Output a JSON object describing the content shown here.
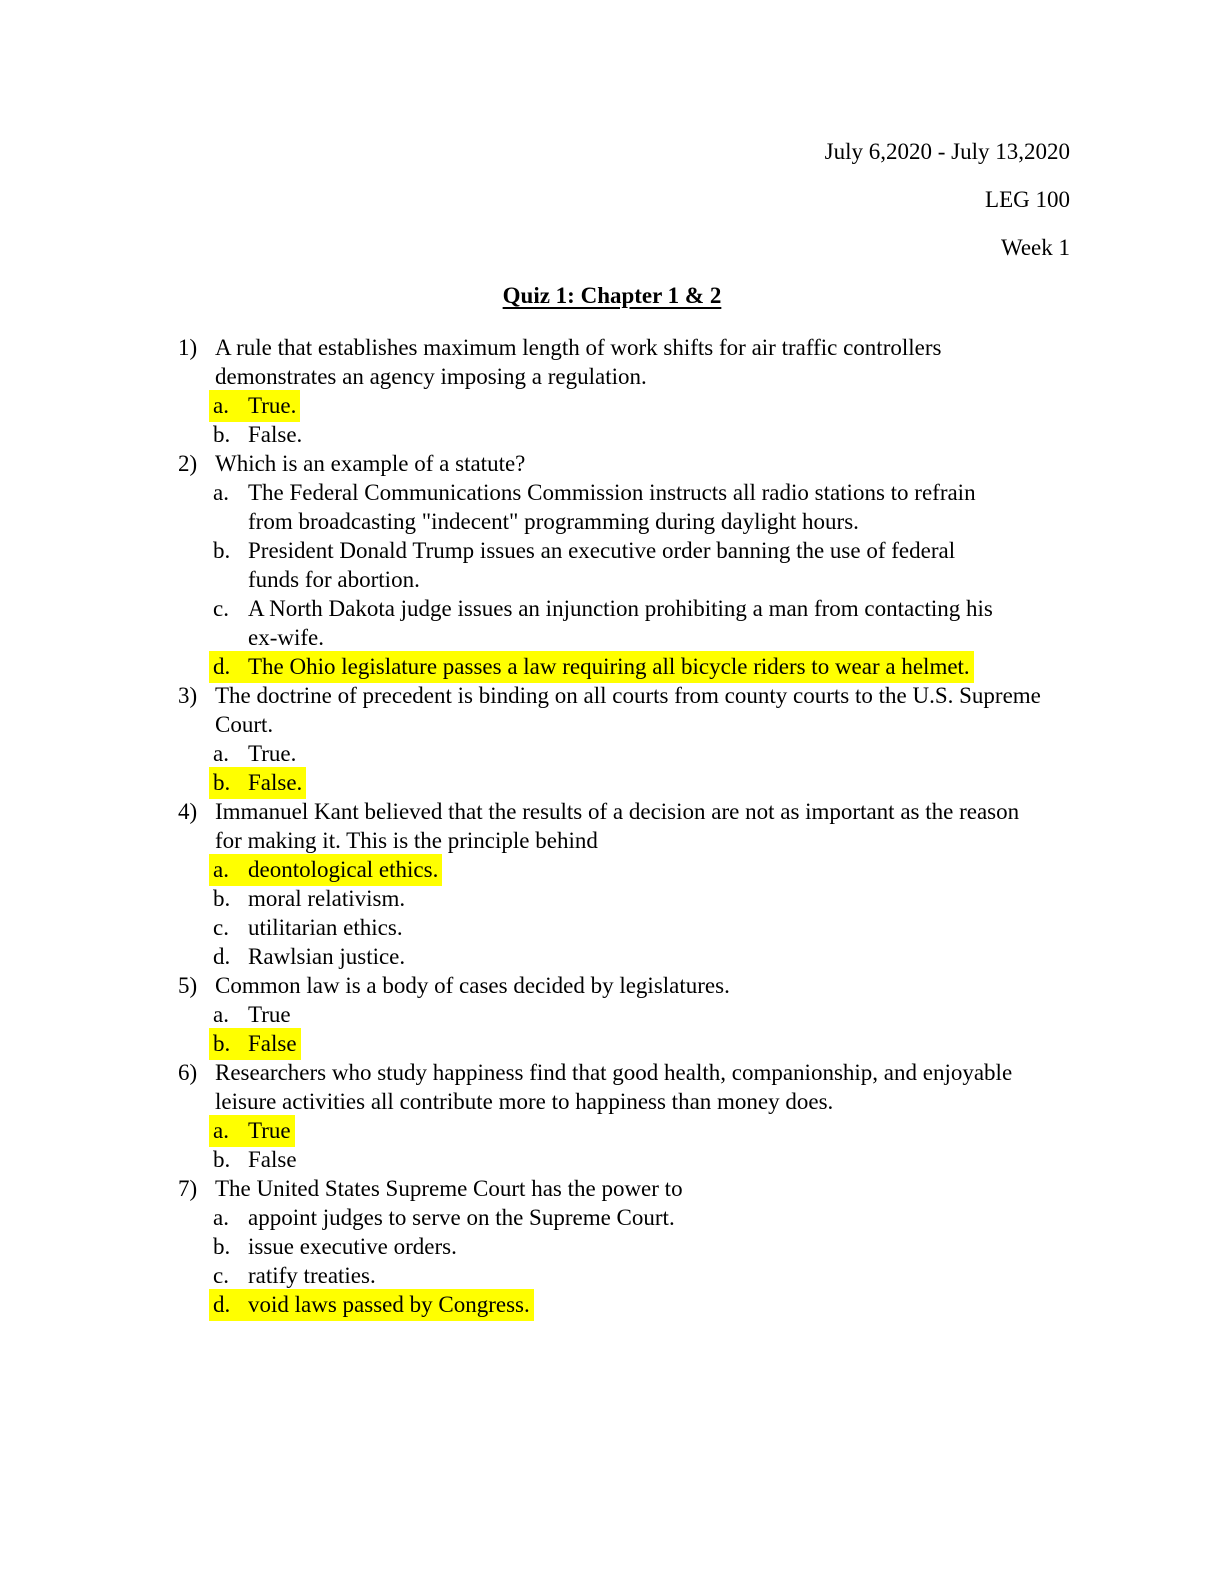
{
  "header": {
    "date_range": "July 6,2020 - July 13,2020",
    "course": "LEG 100",
    "week": "Week 1"
  },
  "title": "Quiz 1: Chapter 1 & 2",
  "highlight_color": "#ffff00",
  "questions": [
    {
      "number": "1)",
      "text": "A rule that establishes maximum length of work shifts for air traffic controllers\ndemonstrates an agency imposing a regulation.",
      "options": [
        {
          "letter": "a.",
          "text": "True.",
          "highlighted": true
        },
        {
          "letter": "b.",
          "text": "False.",
          "highlighted": false
        }
      ]
    },
    {
      "number": "2)",
      "text": "Which is an example of a statute?",
      "options": [
        {
          "letter": "a.",
          "text": "The Federal Communications Commission instructs all radio stations to refrain\nfrom broadcasting \"indecent\" programming during daylight hours.",
          "highlighted": false
        },
        {
          "letter": "b.",
          "text": "President Donald Trump issues an executive order banning the use of federal\nfunds for abortion.",
          "highlighted": false
        },
        {
          "letter": "c.",
          "text": "A North Dakota judge issues an injunction prohibiting a man from contacting his\nex-wife.",
          "highlighted": false
        },
        {
          "letter": "d.",
          "text": "The Ohio legislature passes a law requiring all bicycle riders to wear a helmet.",
          "highlighted": true
        }
      ]
    },
    {
      "number": "3)",
      "text": "The doctrine of precedent is binding on all courts from county courts to the U.S. Supreme\nCourt.",
      "options": [
        {
          "letter": "a.",
          "text": "True.",
          "highlighted": false
        },
        {
          "letter": "b.",
          "text": "False.",
          "highlighted": true
        }
      ]
    },
    {
      "number": "4)",
      "text": "Immanuel Kant believed that the results of a decision are not as important as the reason\nfor making it. This is the principle behind",
      "options": [
        {
          "letter": "a.",
          "text": "deontological ethics.",
          "highlighted": true
        },
        {
          "letter": "b.",
          "text": "moral relativism.",
          "highlighted": false
        },
        {
          "letter": "c.",
          "text": "utilitarian ethics.",
          "highlighted": false
        },
        {
          "letter": "d.",
          "text": "Rawlsian justice.",
          "highlighted": false
        }
      ]
    },
    {
      "number": "5)",
      "text": "Common law is a body of cases decided by legislatures.",
      "options": [
        {
          "letter": "a.",
          "text": "True",
          "highlighted": false
        },
        {
          "letter": "b.",
          "text": "False",
          "highlighted": true
        }
      ]
    },
    {
      "number": "6)",
      "text": "Researchers who study happiness find that good health, companionship, and enjoyable\nleisure activities all contribute more to happiness than money does.",
      "options": [
        {
          "letter": "a.",
          "text": "True",
          "highlighted": true
        },
        {
          "letter": "b.",
          "text": "False",
          "highlighted": false
        }
      ]
    },
    {
      "number": "7)",
      "text": "The United States Supreme Court has the power to",
      "options": [
        {
          "letter": "a.",
          "text": "appoint judges to serve on the Supreme Court.",
          "highlighted": false
        },
        {
          "letter": "b.",
          "text": "issue executive orders.",
          "highlighted": false
        },
        {
          "letter": "c.",
          "text": "ratify treaties.",
          "highlighted": false
        },
        {
          "letter": "d.",
          "text": "void laws passed by Congress.",
          "highlighted": true
        }
      ]
    }
  ]
}
